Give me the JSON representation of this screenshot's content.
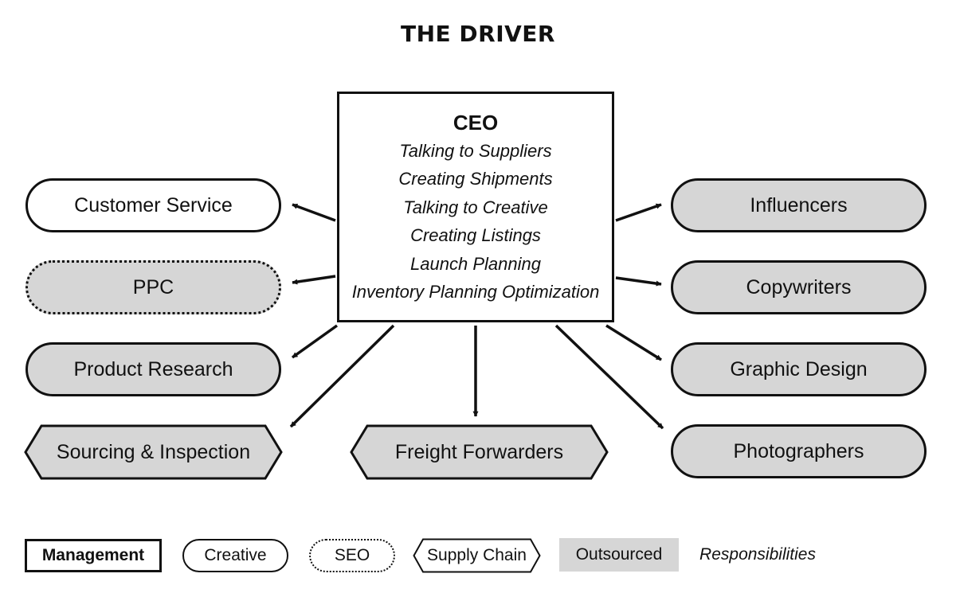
{
  "title": "THE DRIVER",
  "ceo": {
    "title": "CEO",
    "responsibilities": [
      "Talking to Suppliers",
      "Creating Shipments",
      "Talking to Creative",
      "Creating Listings",
      "Launch Planning",
      "Inventory Planning Optimization"
    ]
  },
  "nodes": {
    "customer_service": "Customer Service",
    "ppc": "PPC",
    "product_research": "Product Research",
    "sourcing_inspection": "Sourcing & Inspection",
    "freight_forwarders": "Freight Forwarders",
    "influencers": "Influencers",
    "copywriters": "Copywriters",
    "graphic_design": "Graphic Design",
    "photographers": "Photographers"
  },
  "legend": {
    "management": "Management",
    "creative": "Creative",
    "seo": "SEO",
    "supply_chain": "Supply Chain",
    "outsourced": "Outsourced",
    "responsibilities": "Responsibilities"
  },
  "colors": {
    "stroke": "#111111",
    "outsourced_fill": "#d6d6d6",
    "background": "#ffffff"
  }
}
